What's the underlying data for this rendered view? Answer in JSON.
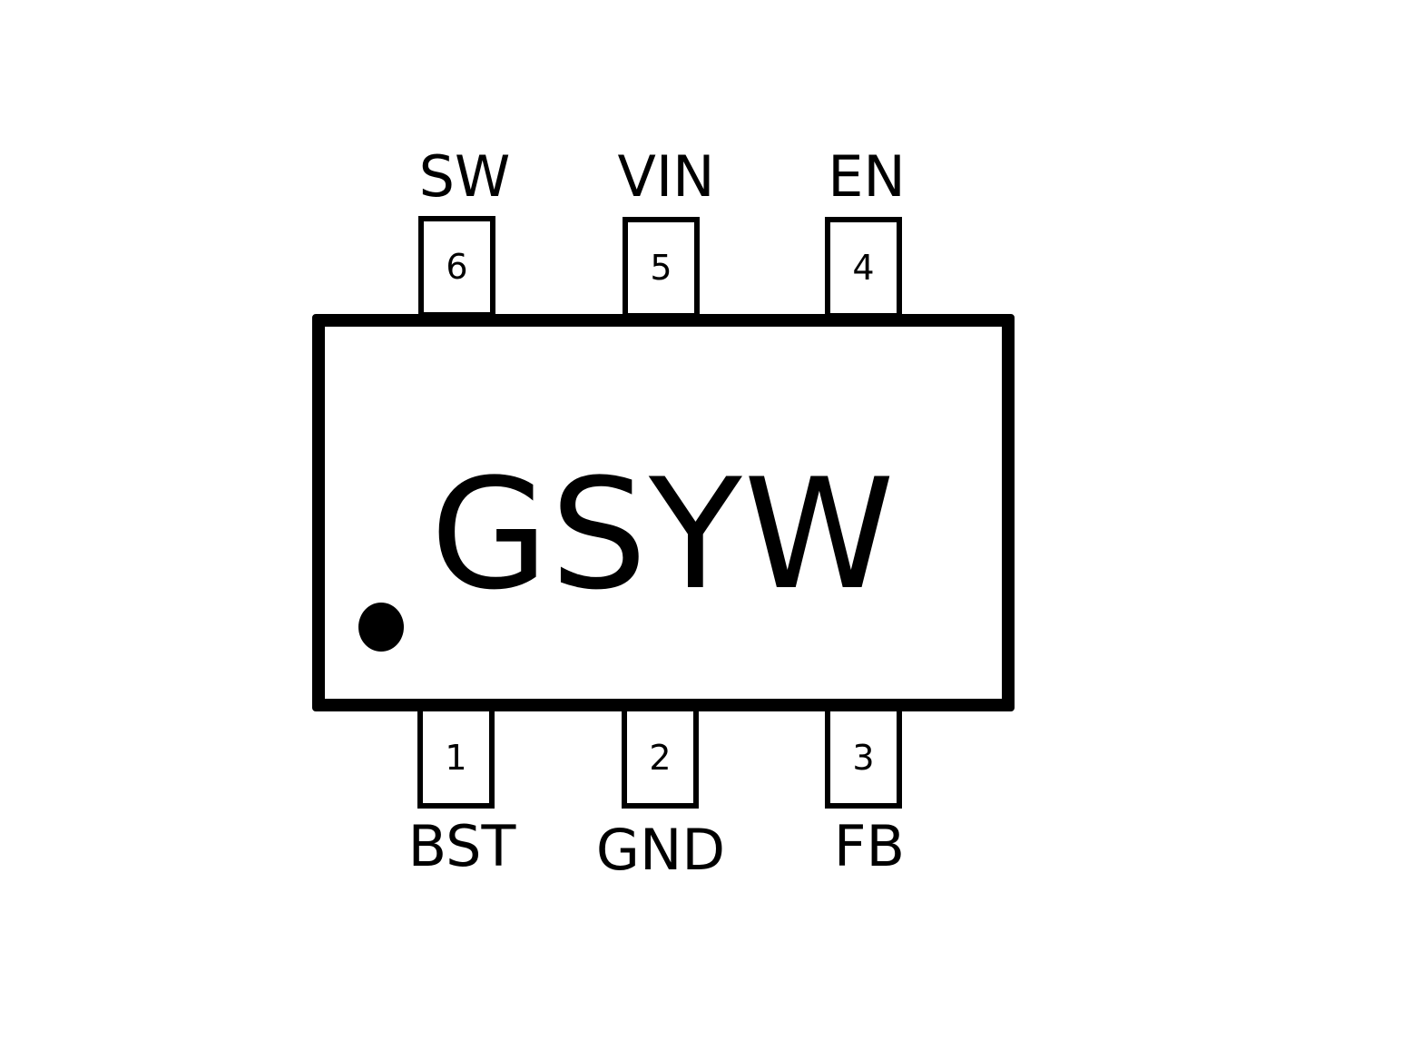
{
  "package": {
    "marking": "GSYW",
    "top_pins": [
      {
        "number": "6",
        "name": "SW"
      },
      {
        "number": "5",
        "name": "VIN"
      },
      {
        "number": "4",
        "name": "EN"
      }
    ],
    "bottom_pins": [
      {
        "number": "1",
        "name": "BST"
      },
      {
        "number": "2",
        "name": "GND"
      },
      {
        "number": "3",
        "name": "FB"
      }
    ]
  }
}
